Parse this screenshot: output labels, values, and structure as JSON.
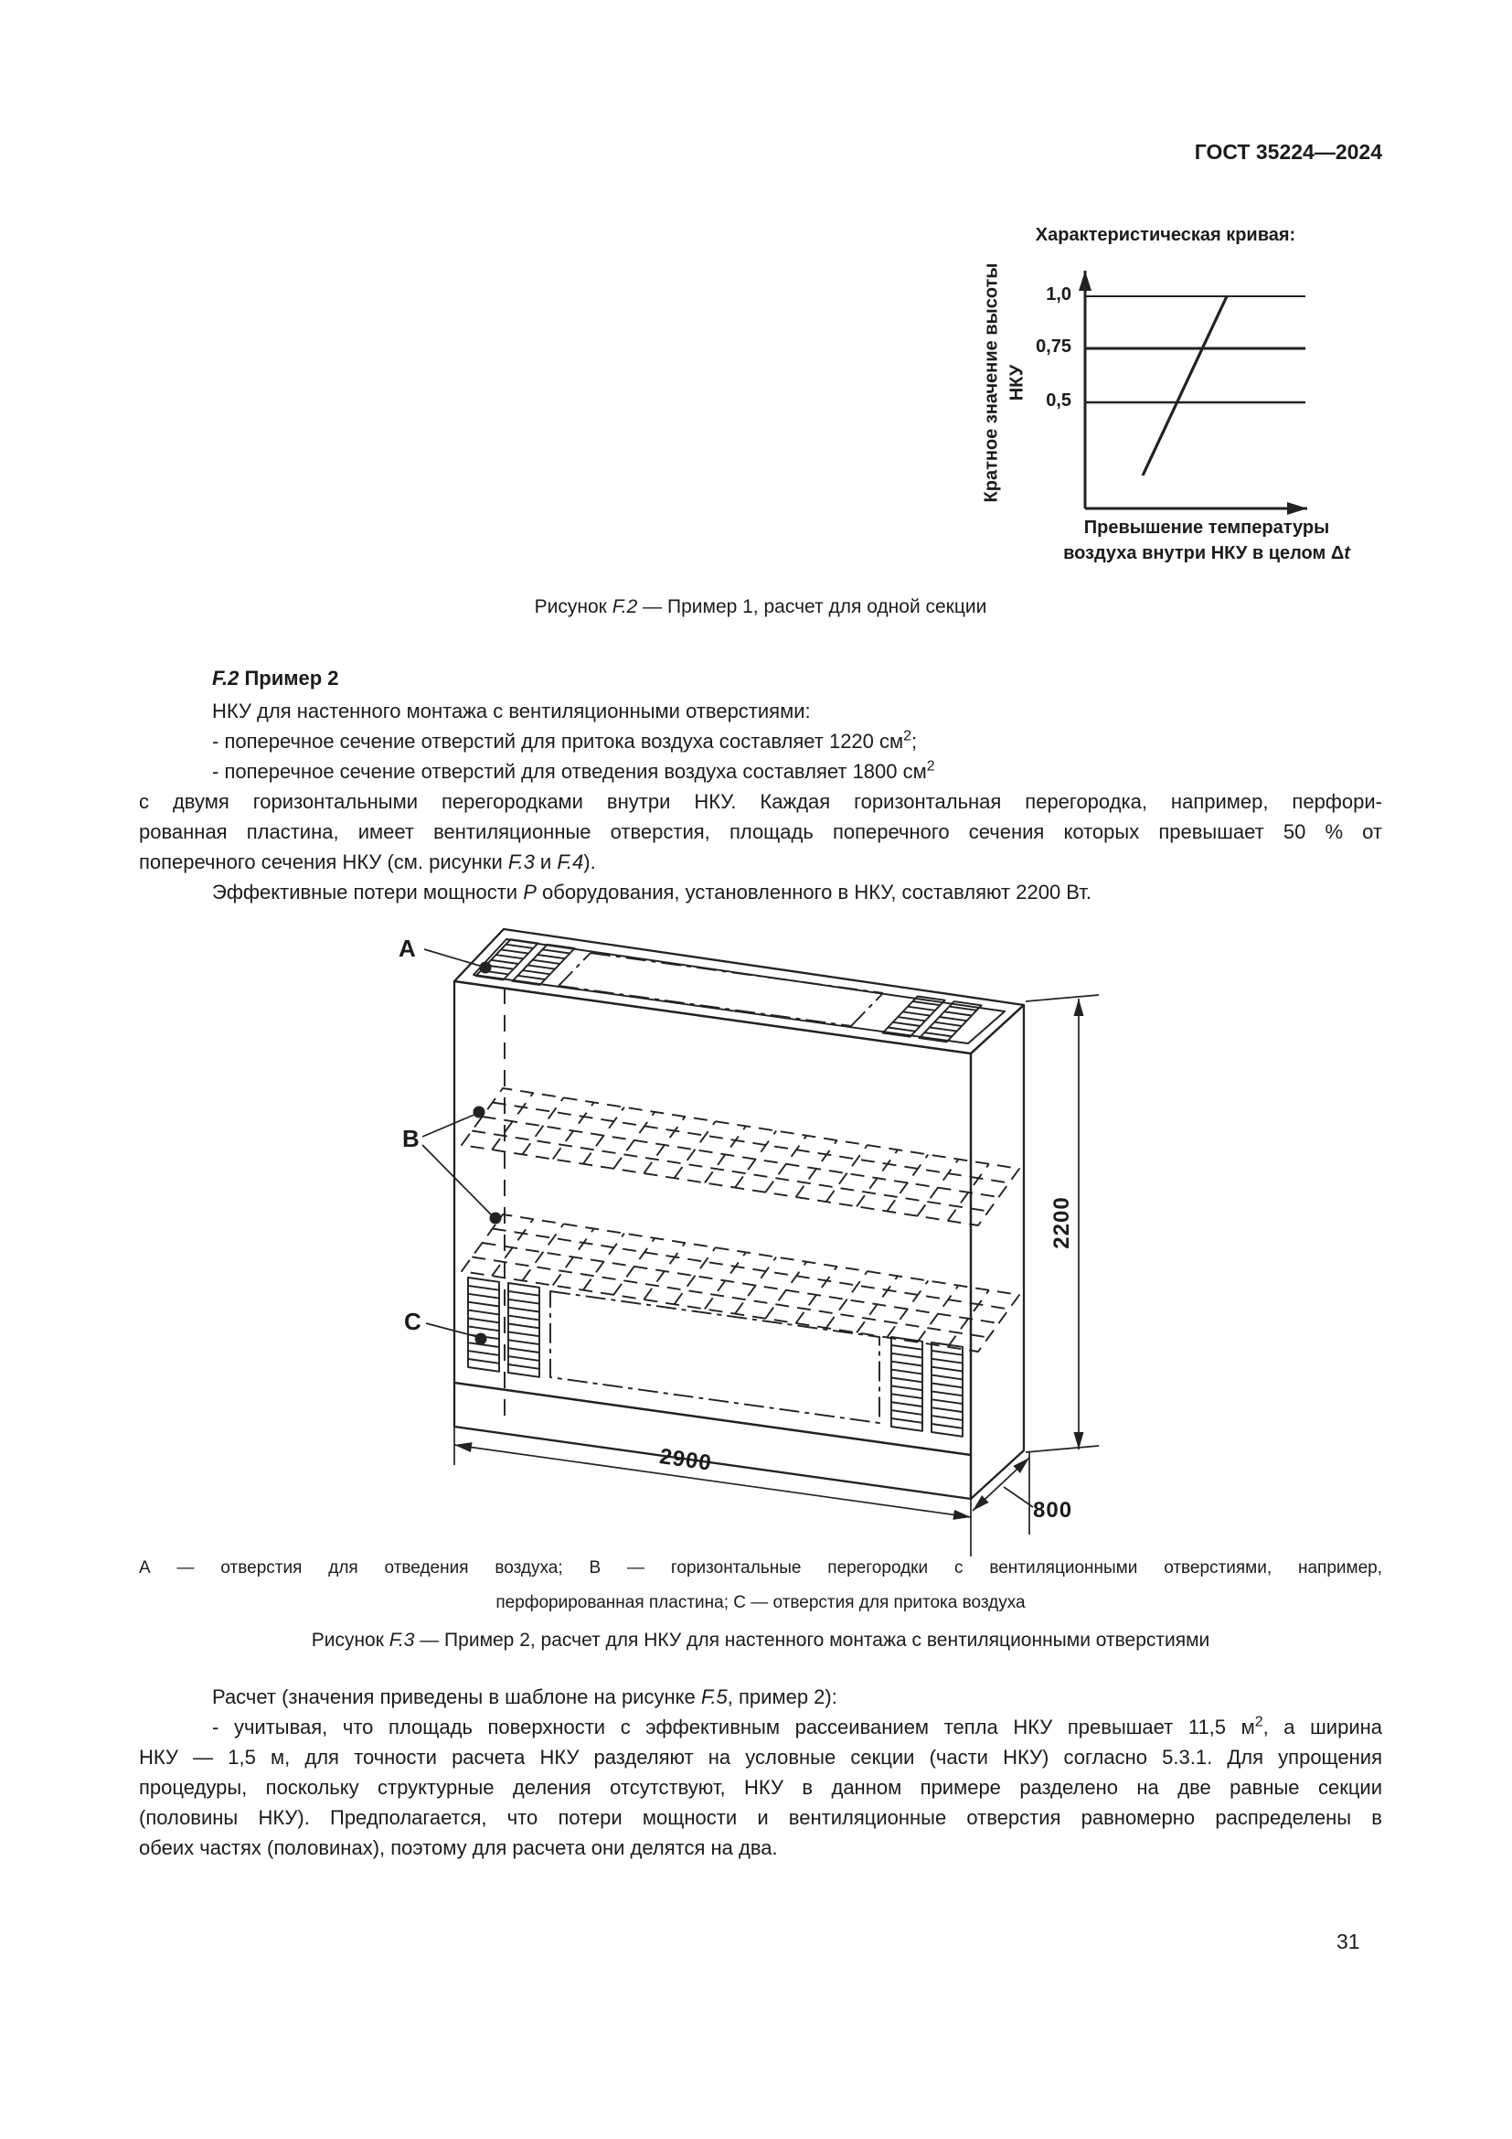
{
  "page": {
    "header": "ГОСТ 35224—2024",
    "number": "31"
  },
  "figure_f2": {
    "title": "Характеристическая кривая:",
    "y_label_1": "Кратное значение высоты",
    "y_label_2": "НКУ",
    "ticks": [
      "1,0",
      "0,75",
      "0,5"
    ],
    "x_label_1": "Превышение температуры",
    "x_label_2": "воздуха внутри НКУ в целом Δ*t*",
    "caption": "Рисунок *F.2* — Пример 1, расчет для одной секции"
  },
  "chart_data": {
    "type": "line",
    "title": "Характеристическая кривая",
    "xlabel": "Превышение температуры воздуха внутри НКУ в целом Δt",
    "ylabel": "Кратное значение высоты НКУ",
    "yticks": [
      0.5,
      0.75,
      1.0
    ],
    "ylim": [
      0,
      1.15
    ],
    "xlim_note": "ось X без числовых делений",
    "gridlines_y": [
      0.5,
      0.75,
      1.0
    ],
    "legend_position": "none",
    "series": [
      {
        "name": "характеристическая кривая",
        "points_axis_fraction": [
          [
            0.26,
            0.15
          ],
          [
            0.62,
            1.0
          ]
        ],
        "note": "прямая возрастающая линия, пересекающая уровни 0,5; 0,75 и 1,0"
      }
    ]
  },
  "section_f2": {
    "heading": "*F.2* Пример 2",
    "para1": [
      {
        "t": "НКУ для настенного монтажа с вентиляционными отверстиями:",
        "i": 80
      },
      {
        "t": "- поперечное сечение отверстий для притока воздуха составляет 1220 см^2;",
        "i": 80
      },
      {
        "t": "- поперечное сечение отверстий для отведения воздуха составляет 1800 см^2",
        "i": 80
      },
      {
        "t": "с двумя горизонтальными перегородками внутри НКУ. Каждая горизонтальная перегородка, например, перфори-",
        "j": 1
      },
      {
        "t": "рованная пластина, имеет вентиляционные отверстия, площадь поперечного сечения которых превышает 50 % от",
        "j": 1
      },
      {
        "t": "поперечного сечения НКУ (см. рисунки *F.3* и *F.4*)."
      },
      {
        "t": "Эффективные потери мощности *P* оборудования, установленного в НКУ, составляют 2200 Вт.",
        "i": 80
      }
    ]
  },
  "figure_f3": {
    "labels": {
      "a": "A",
      "b": "B",
      "c": "C"
    },
    "dims": {
      "height": "2200",
      "width": "2900",
      "depth": "800"
    },
    "legend": [
      {
        "t": "А — отверстия для отведения воздуха; В — горизонтальные перегородки с вентиляционными отверстиями, например,",
        "j": 1
      },
      {
        "t": "перфорированная пластина; С — отверстия для притока воздуха",
        "c": 1
      }
    ],
    "caption": "Рисунок *F.3* — Пример 2, расчет для НКУ для настенного монтажа с вентиляционными отверстиями"
  },
  "para2": [
    {
      "t": "Расчет (значения приведены в шаблоне на рисунке *F.5*, пример 2):",
      "i": 80
    },
    {
      "t": "- учитывая, что площадь поверхности с эффективным рассеиванием тепла НКУ превышает 11,5 м^2, а ширина",
      "i": 80,
      "j": 1
    },
    {
      "t": "НКУ — 1,5 м, для точности расчета НКУ разделяют на условные секции (части НКУ) согласно 5.3.1. Для упрощения",
      "j": 1
    },
    {
      "t": "процедуры, поскольку структурные деления отсутствуют, НКУ в данном примере разделено на две равные секции",
      "j": 1
    },
    {
      "t": "(половины НКУ). Предполагается, что потери мощности и вентиляционные отверстия равномерно распределены в",
      "j": 1
    },
    {
      "t": "обеих частях (половинах), поэтому для расчета они делятся на два."
    }
  ]
}
